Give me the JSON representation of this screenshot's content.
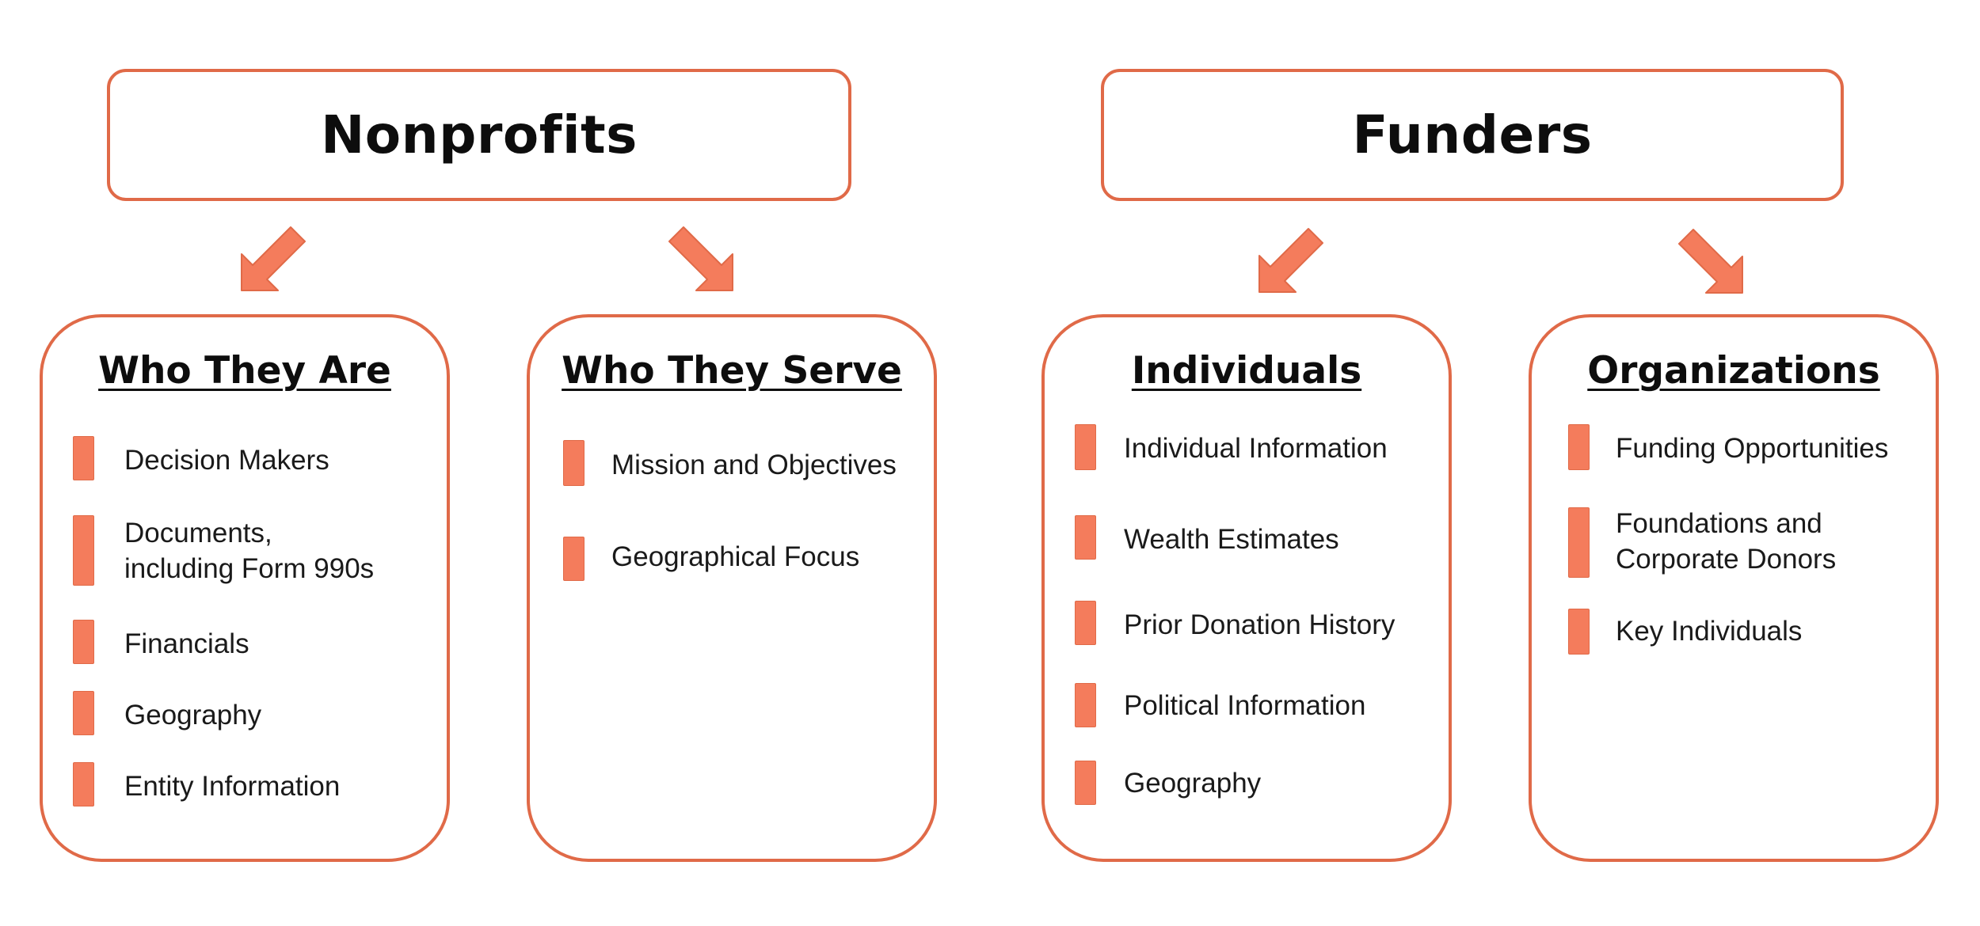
{
  "colors": {
    "accent": "#E06A48",
    "bullet": "#F47C5C",
    "text": "#111111"
  },
  "groups": [
    {
      "title": "Nonprofits",
      "cards": [
        {
          "title": "Who They Are",
          "items": [
            "Decision Makers",
            "Documents,\nincluding Form 990s",
            "Financials",
            "Geography",
            "Entity Information"
          ]
        },
        {
          "title": "Who They Serve",
          "items": [
            "Mission and Objectives",
            "Geographical Focus"
          ]
        }
      ]
    },
    {
      "title": "Funders",
      "cards": [
        {
          "title": "Individuals",
          "items": [
            "Individual Information",
            "Wealth Estimates",
            "Prior Donation History",
            "Political Information",
            "Geography"
          ]
        },
        {
          "title": "Organizations",
          "items": [
            "Funding Opportunities",
            "Foundations and\nCorporate Donors",
            "Key Individuals"
          ]
        }
      ]
    }
  ]
}
